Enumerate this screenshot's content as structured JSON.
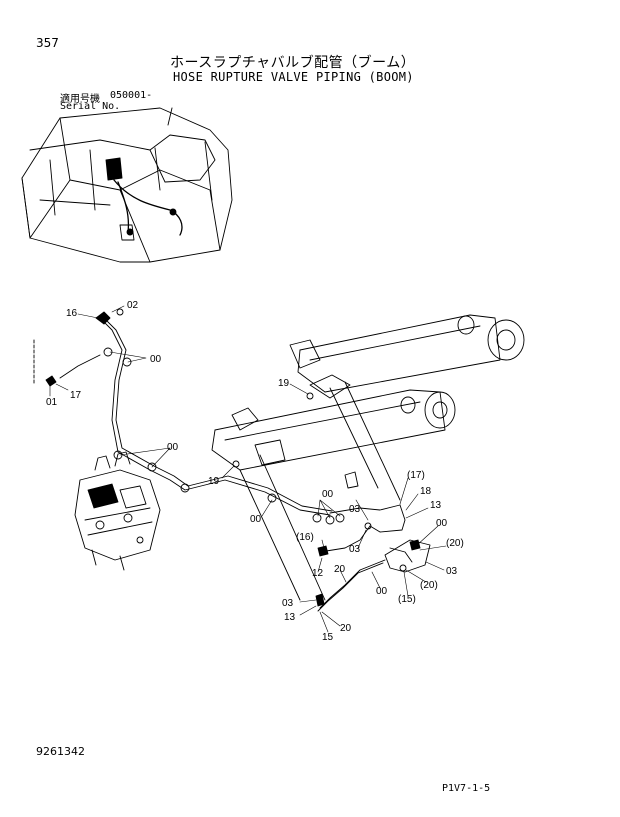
{
  "header": {
    "page_number": "357",
    "title_jp": "ホースラプチャバルブ配管（ブーム）",
    "title_en": "HOSE RUPTURE VALVE PIPING (BOOM)",
    "serial_label_jp": "適用号機",
    "serial_value": "050001-",
    "serial_label_en": "Serial No."
  },
  "callouts": {
    "c16a": "16",
    "c02": "02",
    "c00a": "00",
    "c01": "01",
    "c17": "17",
    "c00b": "00",
    "c19a": "19",
    "c19b": "19",
    "c00c": "00",
    "c00d": "00",
    "c17p": "(17)",
    "c18": "18",
    "c13a": "13",
    "c03a": "03",
    "c00e": "00",
    "c16p": "(16)",
    "c03b": "03",
    "c20pa": "(20)",
    "c03c": "03",
    "c12": "12",
    "c20a": "20",
    "c20pb": "(20)",
    "c00f": "00",
    "c15p": "(15)",
    "c03d": "03",
    "c13b": "13",
    "c20b": "20",
    "c15": "15"
  },
  "footer": {
    "doc_number": "9261342",
    "page_code": "P1V7-1-5"
  }
}
